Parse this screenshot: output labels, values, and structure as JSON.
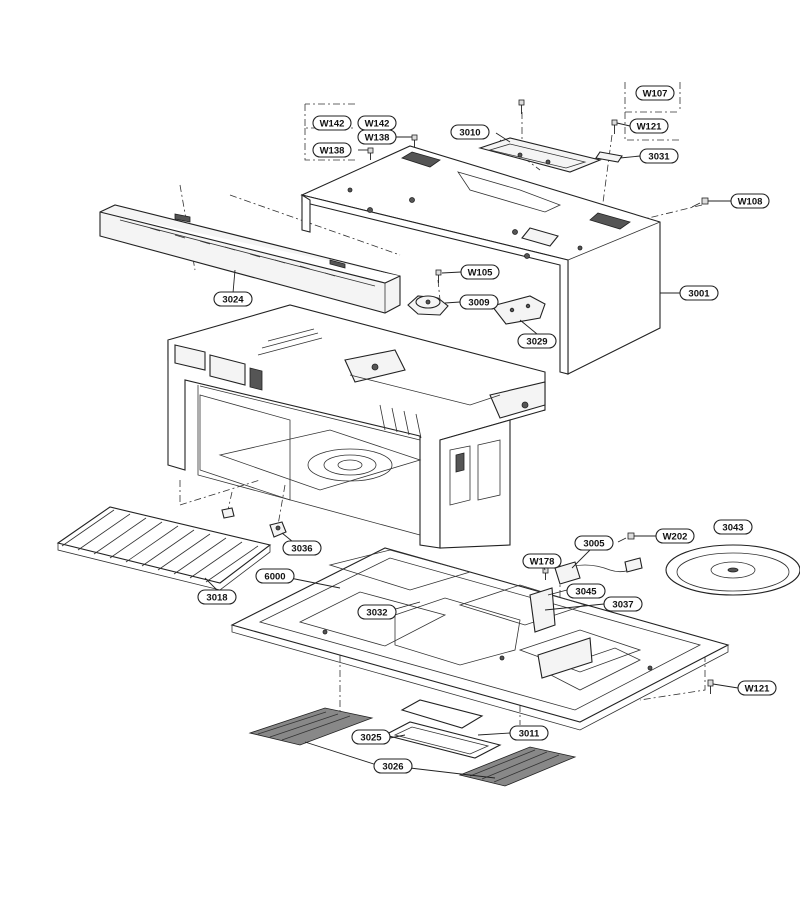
{
  "callouts": [
    {
      "id": "c3001",
      "label": "3001"
    },
    {
      "id": "c3005",
      "label": "3005"
    },
    {
      "id": "c3009",
      "label": "3009"
    },
    {
      "id": "c3010",
      "label": "3010"
    },
    {
      "id": "c3011",
      "label": "3011"
    },
    {
      "id": "c3018",
      "label": "3018"
    },
    {
      "id": "c3024",
      "label": "3024"
    },
    {
      "id": "c3025",
      "label": "3025"
    },
    {
      "id": "c3026",
      "label": "3026"
    },
    {
      "id": "c3029",
      "label": "3029"
    },
    {
      "id": "c3031",
      "label": "3031"
    },
    {
      "id": "c3032",
      "label": "3032"
    },
    {
      "id": "c3036",
      "label": "3036"
    },
    {
      "id": "c3037",
      "label": "3037"
    },
    {
      "id": "c3043",
      "label": "3043"
    },
    {
      "id": "c3045",
      "label": "3045"
    },
    {
      "id": "c6000",
      "label": "6000"
    },
    {
      "id": "cW105",
      "label": "W105"
    },
    {
      "id": "cW107",
      "label": "W107"
    },
    {
      "id": "cW108",
      "label": "W108"
    },
    {
      "id": "cW121a",
      "label": "W121"
    },
    {
      "id": "cW121b",
      "label": "W121"
    },
    {
      "id": "cW138a",
      "label": "W138"
    },
    {
      "id": "cW138b",
      "label": "W138"
    },
    {
      "id": "cW142a",
      "label": "W142"
    },
    {
      "id": "cW142b",
      "label": "W142"
    },
    {
      "id": "cW178",
      "label": "W178"
    },
    {
      "id": "cW202",
      "label": "W202"
    }
  ]
}
